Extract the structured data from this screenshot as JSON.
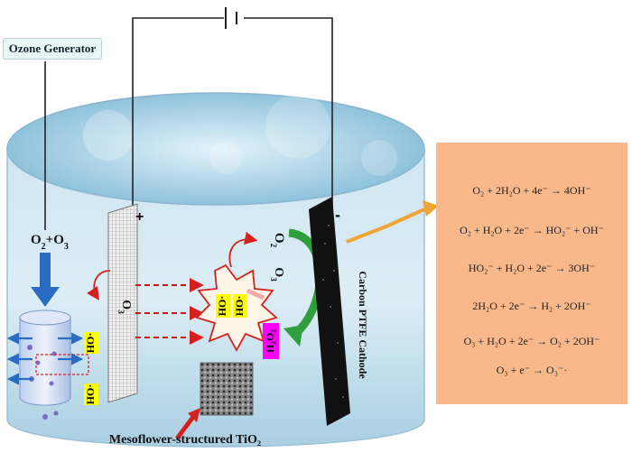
{
  "ozone_generator": "Ozone Generator",
  "gas_inlet": {
    "base1": "O",
    "sub1": "2",
    "plus": "+",
    "base2": "O",
    "sub2": "3"
  },
  "anode": {
    "sign": "+",
    "o3_label": {
      "base": "O",
      "sub": "3"
    }
  },
  "cathode": {
    "sign": "-",
    "label": "Carbon PTFE Cathode"
  },
  "species": {
    "o2_base": "O",
    "o2_sub": "2",
    "o3_base": "O",
    "o3_sub": "3",
    "h2o2": "H₂O₂",
    "radical": "HO·"
  },
  "catalyst_label": "Mesoflower-structured TiO₂",
  "equations": [
    "O₂ + 2H₂O + 4e⁻ → 4OH⁻",
    "O₂ + H₂O + 2e⁻ → HO₂⁻ + OH⁻",
    "HO₂⁻ + H₂O + 2e⁻ → 3OH⁻",
    "2H₂O + 2e⁻ → H₂ + 2OH⁻",
    "O₃ + H₂O + 2e⁻ → O₂ + 2OH⁻",
    "O₃ + e⁻ → O₃⁻·"
  ],
  "colors": {
    "panel": "#f9b88a",
    "arrow_orange": "#f0a436",
    "arrow_green": "#2f9e3c",
    "arrow_red": "#d62020",
    "radical_bg": "#ffff00",
    "h2o2_bg": "#ff00ff",
    "inlet_arrow": "#2a6cc2"
  }
}
